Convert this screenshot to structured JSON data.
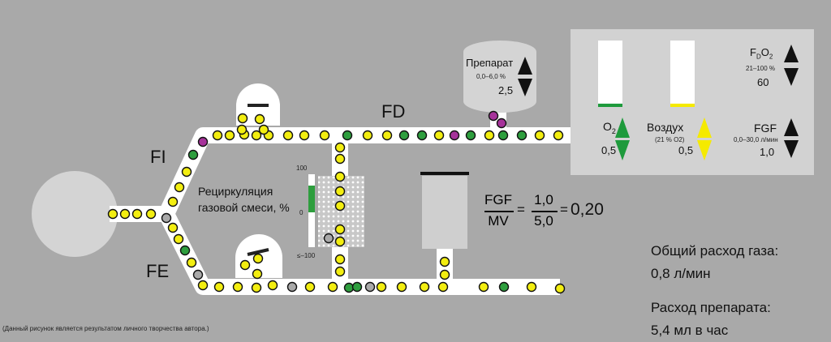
{
  "colors": {
    "background": "#a9a9a9",
    "tube": "#ffffff",
    "panel": "#d2d2d2",
    "ball_yellow": "#f3ee10",
    "ball_green": "#2e9e3e",
    "ball_magenta": "#a6329a",
    "ball_gray": "#a9a9a9",
    "o2_green": "#1e9a3c",
    "air_yellow": "#f5ea00"
  },
  "labels": {
    "fi": "FI",
    "fe": "FE",
    "fd": "FD",
    "recirc_line1": "Рециркуляция",
    "recirc_line2": "газовой смеси, %",
    "scale_top": "100",
    "scale_mid": "0",
    "scale_bottom": "≤–100",
    "footer": "(Данный рисунок является результатом личного творчества автора.)"
  },
  "vaporizer": {
    "title": "Препарат",
    "range": "0,0–6,0 %",
    "value": "2,5",
    "arrow_up_icon": "arrow-up-icon",
    "arrow_down_icon": "arrow-down-icon"
  },
  "panel": {
    "o2": {
      "label_main": "O",
      "label_sub": "2",
      "value": "0,5",
      "level": 0.05
    },
    "air": {
      "label": "Воздух",
      "note": "(21 % O2)",
      "value": "0,5",
      "level": 0.05
    },
    "fdo2": {
      "f": "F",
      "d": "D",
      "o": "O",
      "two": "2",
      "range": "21–100 %",
      "value": "60"
    },
    "fgf": {
      "label": "FGF",
      "range": "0,0–30,0 л/мин",
      "value": "1,0"
    }
  },
  "formula": {
    "num_left": "FGF",
    "den_left": "MV",
    "eq1": "=",
    "num_right": "1,0",
    "den_right": "5,0",
    "eq2": "=",
    "result": "0,20"
  },
  "info": {
    "total_line1": "Общий расход газа:",
    "total_line2": "0,8 л/мин",
    "agent_line1": "Расход препарата:",
    "agent_line2": "5,4 мл в час"
  }
}
